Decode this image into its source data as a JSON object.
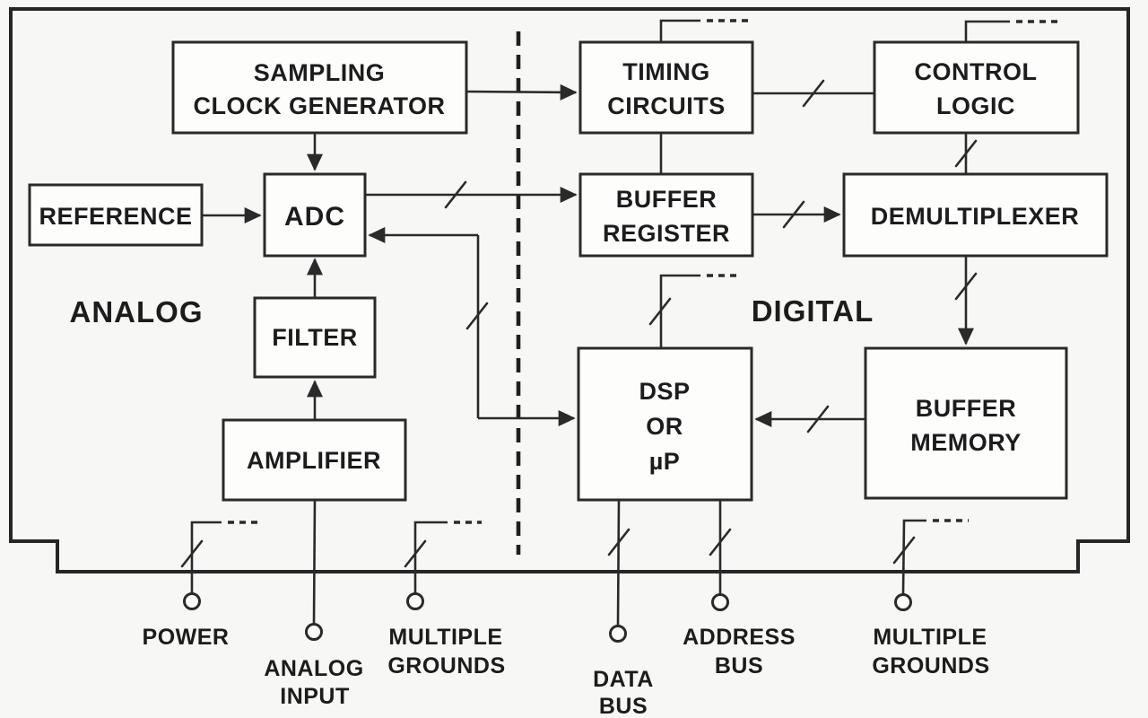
{
  "sections": {
    "analog": "ANALOG",
    "digital": "DIGITAL"
  },
  "blocks": {
    "sampling_clock_generator": {
      "line1": "SAMPLING",
      "line2": "CLOCK GENERATOR"
    },
    "reference": {
      "label": "REFERENCE"
    },
    "adc": {
      "label": "ADC"
    },
    "filter": {
      "label": "FILTER"
    },
    "amplifier": {
      "label": "AMPLIFIER"
    },
    "timing_circuits": {
      "line1": "TIMING",
      "line2": "CIRCUITS"
    },
    "control_logic": {
      "line1": "CONTROL",
      "line2": "LOGIC"
    },
    "buffer_register": {
      "line1": "BUFFER",
      "line2": "REGISTER"
    },
    "demultiplexer": {
      "label": "DEMULTIPLEXER"
    },
    "dsp_or_up": {
      "line1": "DSP",
      "line2": "OR",
      "line3": "µP"
    },
    "buffer_memory": {
      "line1": "BUFFER",
      "line2": "MEMORY"
    }
  },
  "terminals": {
    "power": {
      "label": "POWER"
    },
    "analog_input": {
      "line1": "ANALOG",
      "line2": "INPUT"
    },
    "multiple_grounds_left": {
      "line1": "MULTIPLE",
      "line2": "GROUNDS"
    },
    "data_bus": {
      "line1": "DATA",
      "line2": "BUS"
    },
    "address_bus": {
      "line1": "ADDRESS",
      "line2": "BUS"
    },
    "multiple_grounds_right": {
      "line1": "MULTIPLE",
      "line2": "GROUNDS"
    }
  },
  "colors": {
    "line": "#2a2a2a",
    "text": "#1c1c1c",
    "background": "#f7f7f5",
    "box_fill": "#fdfdfc"
  }
}
